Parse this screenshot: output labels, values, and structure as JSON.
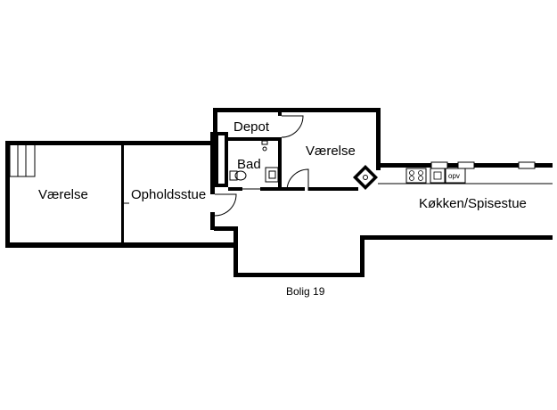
{
  "rooms": {
    "vaerelse_left": "Værelse",
    "opholdsstue": "Opholdsstue",
    "depot": "Depot",
    "bad": "Bad",
    "vaerelse_right": "Værelse",
    "kokken": "Køkken/Spisestue"
  },
  "fixtures": {
    "opv": "opv"
  },
  "caption": "Bolig 19",
  "colors": {
    "wall": "#000000",
    "background": "#ffffff"
  }
}
